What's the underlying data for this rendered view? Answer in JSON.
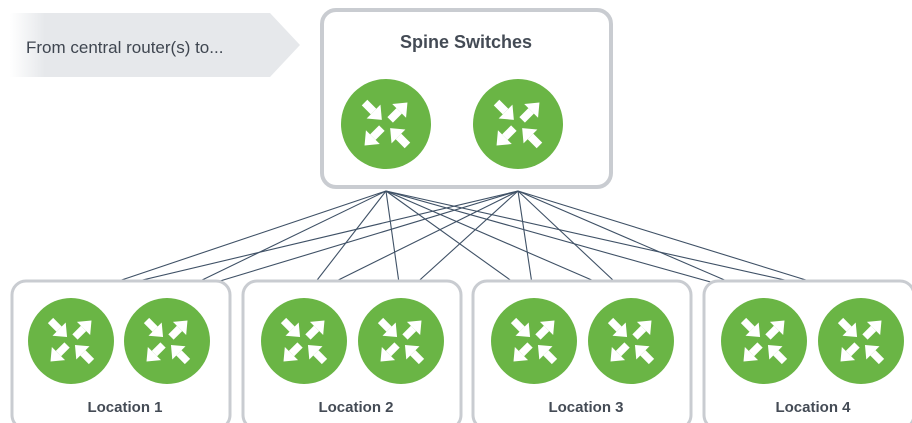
{
  "intro_text": "From central router(s) to...",
  "spine": {
    "title": "Spine Switches",
    "switch_count": 2,
    "icon": "switch-icon"
  },
  "locations": [
    {
      "label": "Location 1",
      "switch_count": 2,
      "icon": "switch-icon"
    },
    {
      "label": "Location 2",
      "switch_count": 2,
      "icon": "switch-icon"
    },
    {
      "label": "Location 3",
      "switch_count": 2,
      "icon": "switch-icon"
    },
    {
      "label": "Location 4",
      "switch_count": 2,
      "icon": "switch-icon"
    }
  ],
  "colors": {
    "switch_green": "#6ab545",
    "arrow_white": "#ffffff",
    "box_border": "#c9ccd1",
    "link_line": "#3f5166",
    "label_text": "#444b55",
    "banner_fill": "#e8eaed"
  }
}
